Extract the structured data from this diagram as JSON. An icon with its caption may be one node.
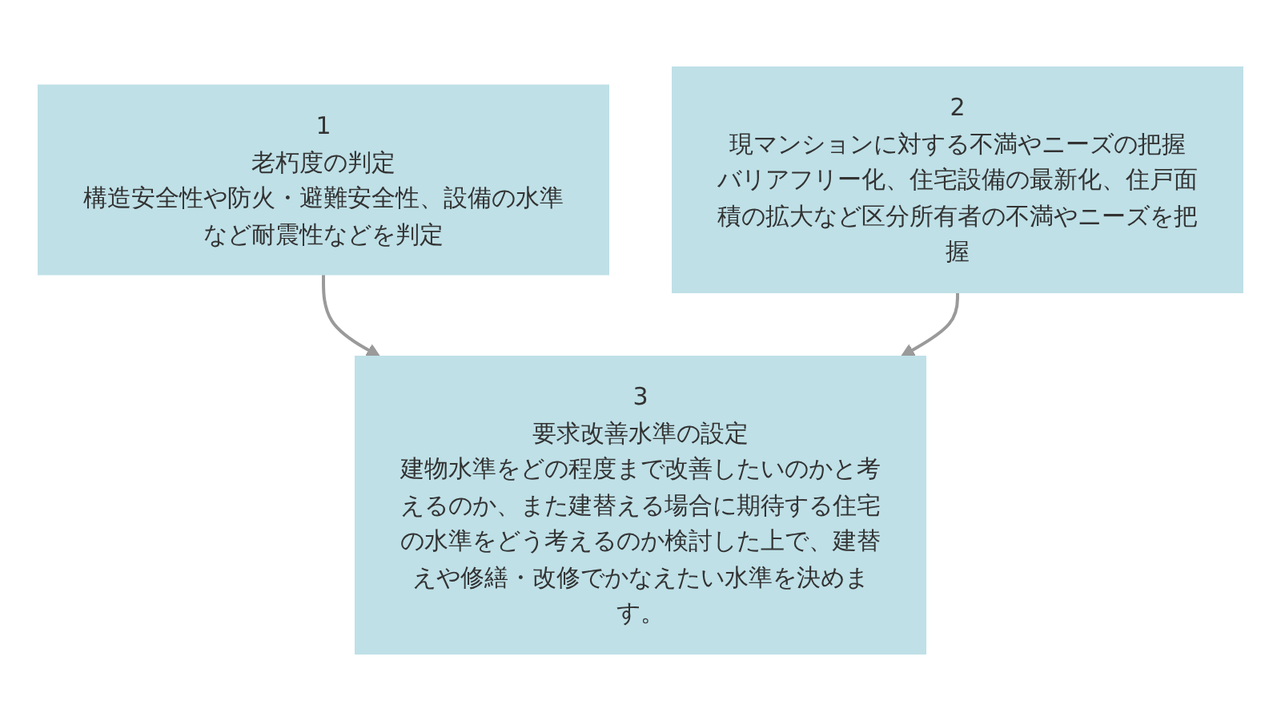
{
  "diagram": {
    "nodes": [
      {
        "text": [
          "1",
          "老朽度の判定",
          "構造安全性や防火・避難安全性、設備の水準など耐震性などを判定"
        ]
      },
      {
        "text": [
          "2",
          "現マンションに対する不満やニーズの把握",
          "バリアフリー化、住宅設備の最新化、住戸面積の拡大など区分所有者の不満やニーズを把握"
        ]
      },
      {
        "text": [
          "3",
          "要求改善水準の設定",
          "建物水準をどの程度まで改善したいのかと考えるのか、また建替える場合に期待する住宅の水準をどう考えるのか検討した上で、建替えや修繕・改修でかなえたい水準を決めます。"
        ]
      }
    ],
    "edges": [
      {
        "from": 0,
        "to": 2,
        "arrow": "to"
      },
      {
        "from": 1,
        "to": 2,
        "arrow": "to"
      }
    ]
  }
}
